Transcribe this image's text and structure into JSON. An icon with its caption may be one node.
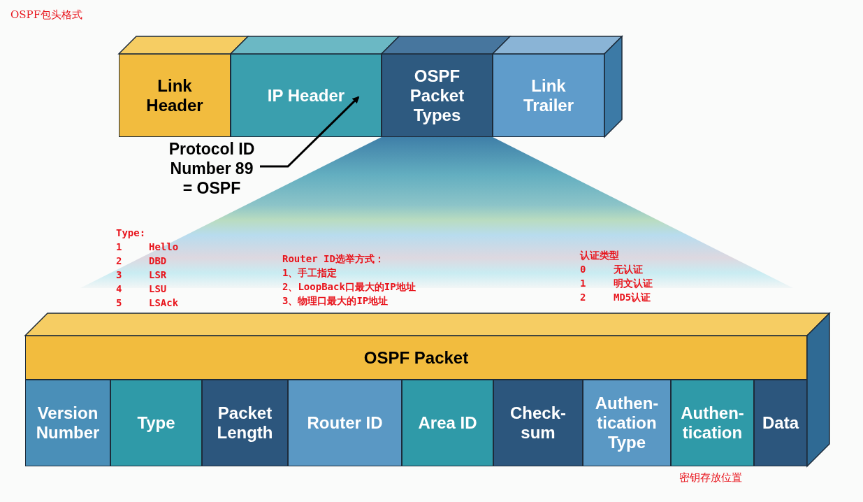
{
  "diagram": {
    "title": "OSPF包头格式",
    "nodes": [
      {
        "text": [
          "Link Header"
        ]
      },
      {
        "text": [
          "IP Header"
        ]
      },
      {
        "text": [
          "OSPF Packet Types"
        ]
      },
      {
        "text": [
          "Link Trailer"
        ]
      },
      {
        "text": [
          "Protocol ID Number 89 = OSPF"
        ]
      },
      {
        "text": [
          "OSPF Packet"
        ]
      },
      {
        "text": [
          "Version Number"
        ]
      },
      {
        "text": [
          "Type"
        ]
      },
      {
        "text": [
          "Packet Length"
        ]
      },
      {
        "text": [
          "Router ID"
        ]
      },
      {
        "text": [
          "Area ID"
        ]
      },
      {
        "text": [
          "Check-sum"
        ]
      },
      {
        "text": [
          "Authen-tication Type"
        ]
      },
      {
        "text": [
          "Authen-tication"
        ],
        "beside": [
          "密钥存放位置"
        ]
      },
      {
        "text": [
          "Data"
        ]
      }
    ],
    "edges": [
      {
        "from": 4,
        "to": 1,
        "arrow": "to"
      }
    ],
    "labels": [
      "Type:",
      "1",
      "Hello",
      "2",
      "DBD",
      "3",
      "LSR",
      "4",
      "LSU",
      "5",
      "LSAck",
      "Router ID选举方式：",
      "1、手工指定",
      "2、LoopBack口最大的IP地址",
      "3、物理口最大的IP地址",
      "认证类型",
      "0",
      "无认证",
      "1",
      "明文认证",
      "2",
      "MD5认证"
    ]
  }
}
